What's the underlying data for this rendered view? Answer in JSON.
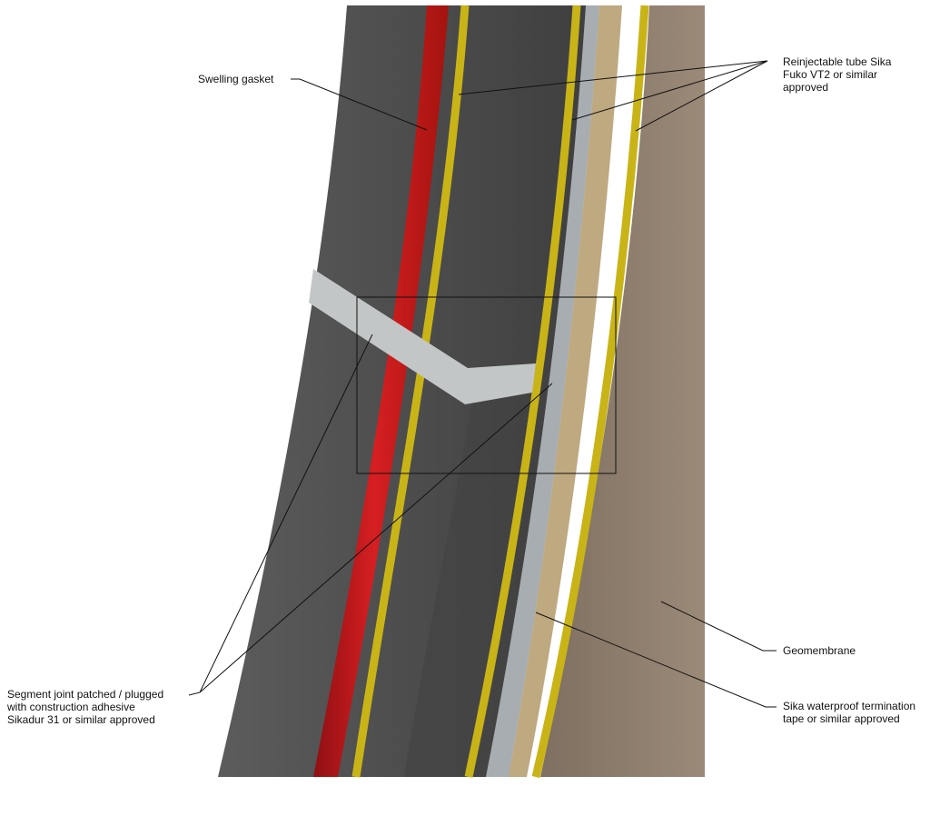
{
  "labels": {
    "swelling_gasket": "Swelling gasket",
    "reinjectable_tube": [
      "Reinjectable tube Sika",
      "Fuko VT2 or similar",
      "approved"
    ],
    "segment_joint": [
      "Segment joint patched / plugged",
      "with construction adhesive",
      "Sikadur 31 or similar approved"
    ],
    "geomembrane": "Geomembrane",
    "termination_tape": [
      "Sika waterproof termination",
      "tape or similar approved"
    ]
  },
  "colors": {
    "concrete": "#4a4a4a",
    "gasket": "#c8191c",
    "tube": "#c9b417",
    "geomembrane": "#8c7b69",
    "tape": "#a7adb0",
    "patch": "#c3c6c7"
  }
}
